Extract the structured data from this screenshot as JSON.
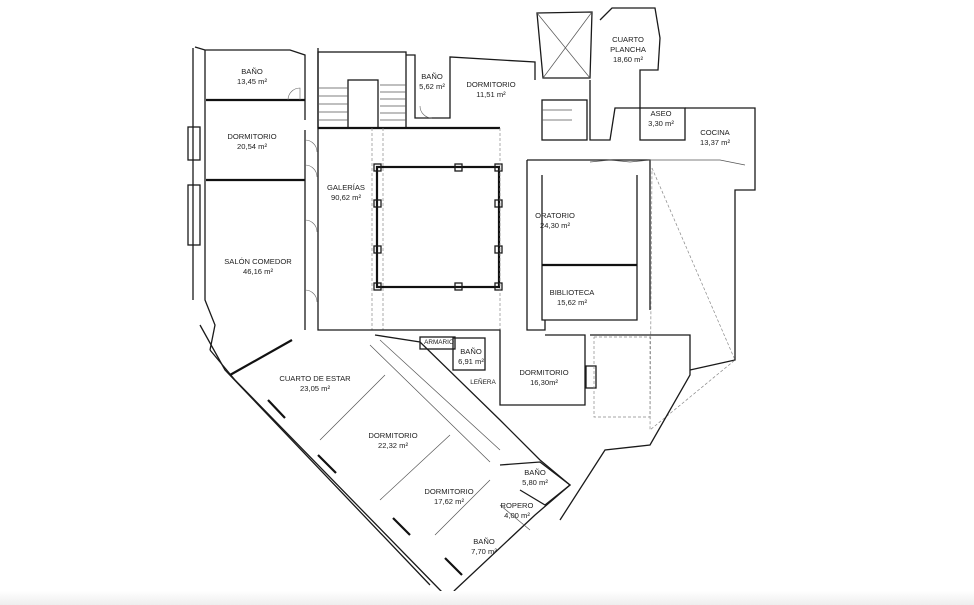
{
  "plan": {
    "unit": "m²",
    "rooms": [
      {
        "name": "BAÑO",
        "area": "13,45 m²"
      },
      {
        "name": "DORMITORIO",
        "area": "20,54 m²"
      },
      {
        "name": "SALÓN COMEDOR",
        "area": "46,16 m²"
      },
      {
        "name": "GALERÍAS",
        "area": "90,62 m²"
      },
      {
        "name": "BAÑO",
        "area": "5,62 m²"
      },
      {
        "name": "DORMITORIO",
        "area": "11,51 m²"
      },
      {
        "name": "CUARTO PLANCHA",
        "area": "18,60 m²"
      },
      {
        "name": "ASEO",
        "area": "3,30 m²"
      },
      {
        "name": "COCINA",
        "area": "13,37 m²"
      },
      {
        "name": "ORATORIO",
        "area": "24,30 m²"
      },
      {
        "name": "BIBLIOTECA",
        "area": "15,62 m²"
      },
      {
        "name": "ARMARIO",
        "area": ""
      },
      {
        "name": "BAÑO",
        "area": "6,91 m²"
      },
      {
        "name": "LEÑERA",
        "area": ""
      },
      {
        "name": "DORMITORIO",
        "area": "16,30m²"
      },
      {
        "name": "CUARTO DE ESTAR",
        "area": "23,05 m²"
      },
      {
        "name": "DORMITORIO",
        "area": "22,32 m²"
      },
      {
        "name": "DORMITORIO",
        "area": "17,62 m²"
      },
      {
        "name": "BAÑO",
        "area": "5,80 m²"
      },
      {
        "name": "ROPERO",
        "area": "4,00 m²"
      },
      {
        "name": "BAÑO",
        "area": "7,70 m²"
      }
    ]
  }
}
